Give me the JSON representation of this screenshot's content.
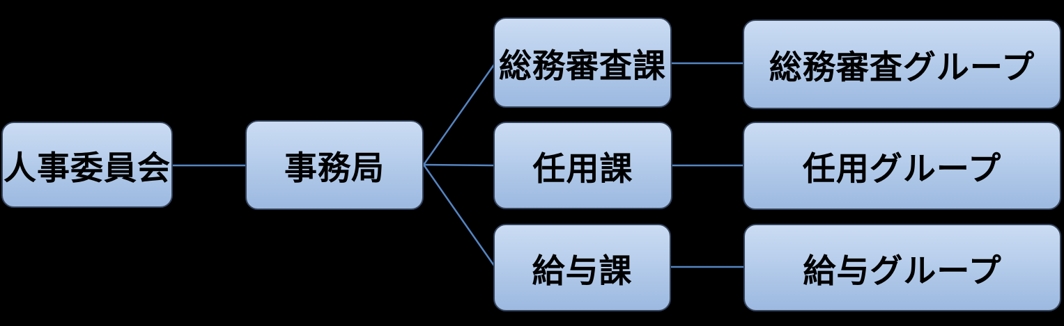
{
  "diagram": {
    "type": "org-chart",
    "background_color": "#000000",
    "node_fill_top_color": "#cbdcf3",
    "node_fill_bottom_color": "#9db9e0",
    "node_border_color": "#34435c",
    "connector_color": "#5585c2",
    "text_color": "#000000",
    "nodes": [
      {
        "id": "personnel-committee",
        "label": "人事委員会",
        "level": 1
      },
      {
        "id": "secretariat",
        "label": "事務局",
        "level": 2
      },
      {
        "id": "general-affairs-exam-division",
        "label": "総務審査課",
        "level": 3
      },
      {
        "id": "general-affairs-exam-group",
        "label": "総務審査グループ",
        "level": 4
      },
      {
        "id": "appointment-division",
        "label": "任用課",
        "level": 3
      },
      {
        "id": "appointment-group",
        "label": "任用グループ",
        "level": 4
      },
      {
        "id": "salary-division",
        "label": "給与課",
        "level": 3
      },
      {
        "id": "salary-group",
        "label": "給与グループ",
        "level": 4
      }
    ],
    "edges": [
      {
        "from": "人事委員会",
        "to": "事務局"
      },
      {
        "from": "事務局",
        "to": "総務審査課"
      },
      {
        "from": "事務局",
        "to": "任用課"
      },
      {
        "from": "事務局",
        "to": "給与課"
      },
      {
        "from": "総務審査課",
        "to": "総務審査グループ"
      },
      {
        "from": "任用課",
        "to": "任用グループ"
      },
      {
        "from": "給与課",
        "to": "給与グループ"
      }
    ]
  }
}
